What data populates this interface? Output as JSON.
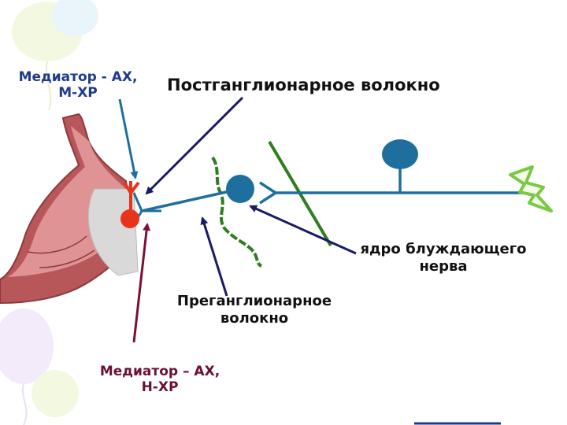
{
  "labels": {
    "mediator_m": {
      "line1": "Медиатор - АХ,",
      "line2": "М-ХР"
    },
    "postganglionic": "Постганглионарное волокно",
    "vagus_nucleus": {
      "line1": "ядро блуждающего",
      "line2": "нерва"
    },
    "preganglionic": {
      "line1": "Преганглионарное",
      "line2": "волокно"
    },
    "mediator_n": {
      "line1": "Медиатор – АХ,",
      "line2": "Н-ХР"
    }
  },
  "colors": {
    "neuron": "#1f6f9e",
    "ganglion": "#1f6f9e",
    "arrow_dark": "#1a1a66",
    "arrow_teal": "#1f6f9e",
    "arrow_maroon": "#7a1030",
    "effector_red": "#e8341c",
    "green_line": "#2e7d1e",
    "stomach_outer": "#b8575a",
    "stomach_inner": "#e8a3a3",
    "lightning": "#7ac943"
  },
  "icons": {
    "stomach": "stomach-illustration",
    "impulse": "lightning-icon",
    "balloons": "decorative-balloons"
  }
}
